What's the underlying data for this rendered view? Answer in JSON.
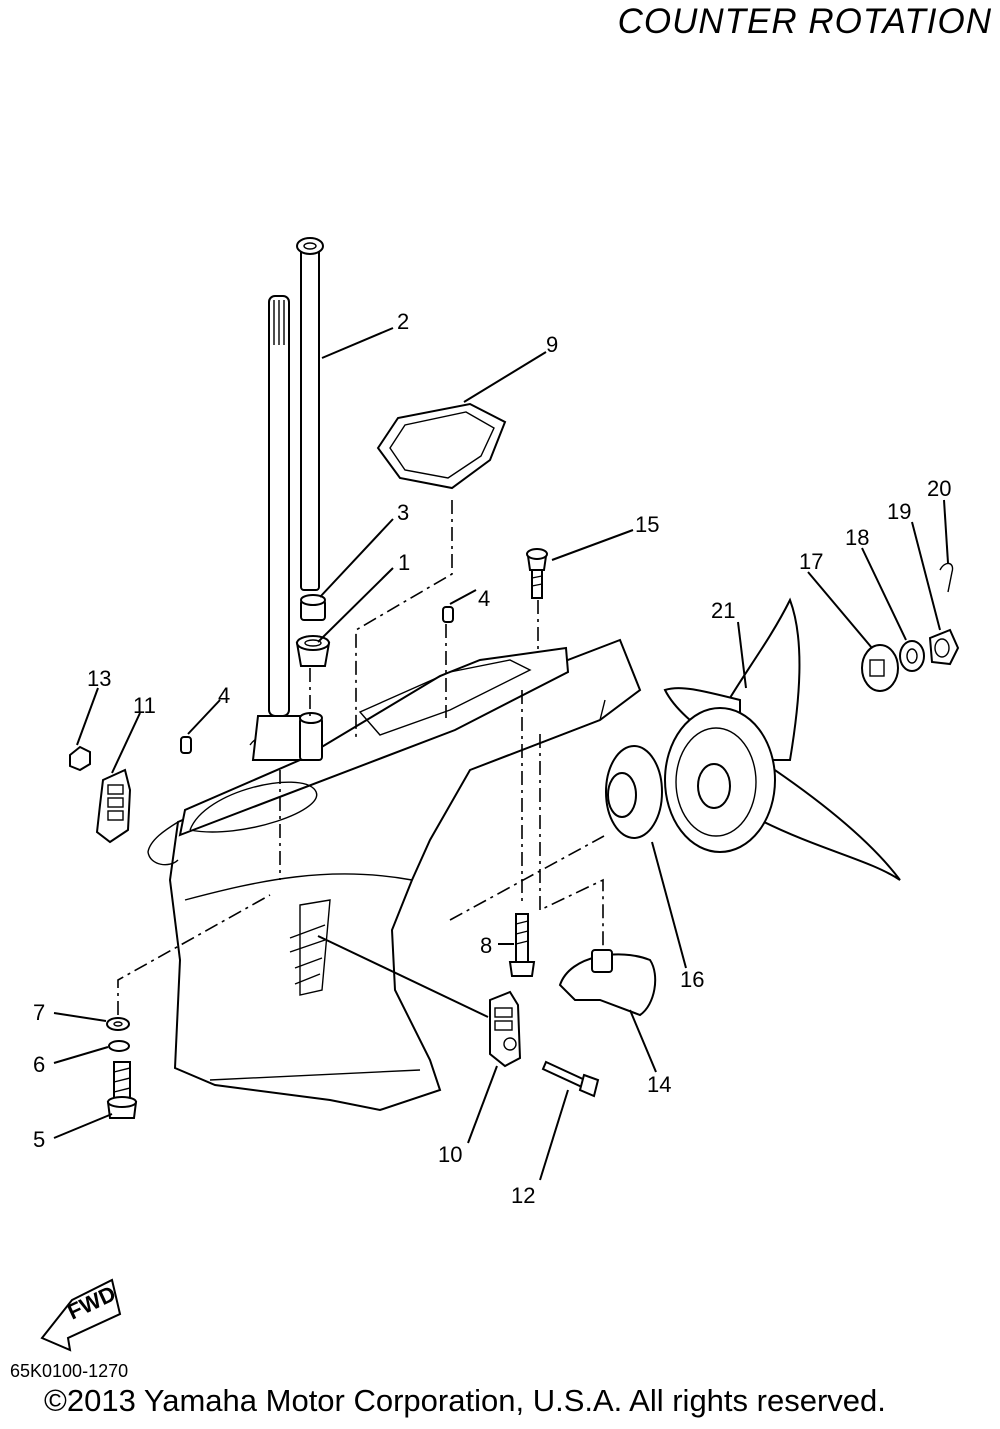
{
  "header": {
    "title": "COUNTER  ROTATION"
  },
  "callouts": [
    "1",
    "2",
    "3",
    "4",
    "4",
    "5",
    "6",
    "7",
    "8",
    "9",
    "10",
    "11",
    "12",
    "13",
    "14",
    "15",
    "16",
    "17",
    "18",
    "19",
    "20",
    "21"
  ],
  "fwd_label": "FWD",
  "footer": {
    "catalog_number": "65K0100-1270",
    "copyright": "©2013 Yamaha Motor Corporation, U.S.A. All rights reserved."
  }
}
